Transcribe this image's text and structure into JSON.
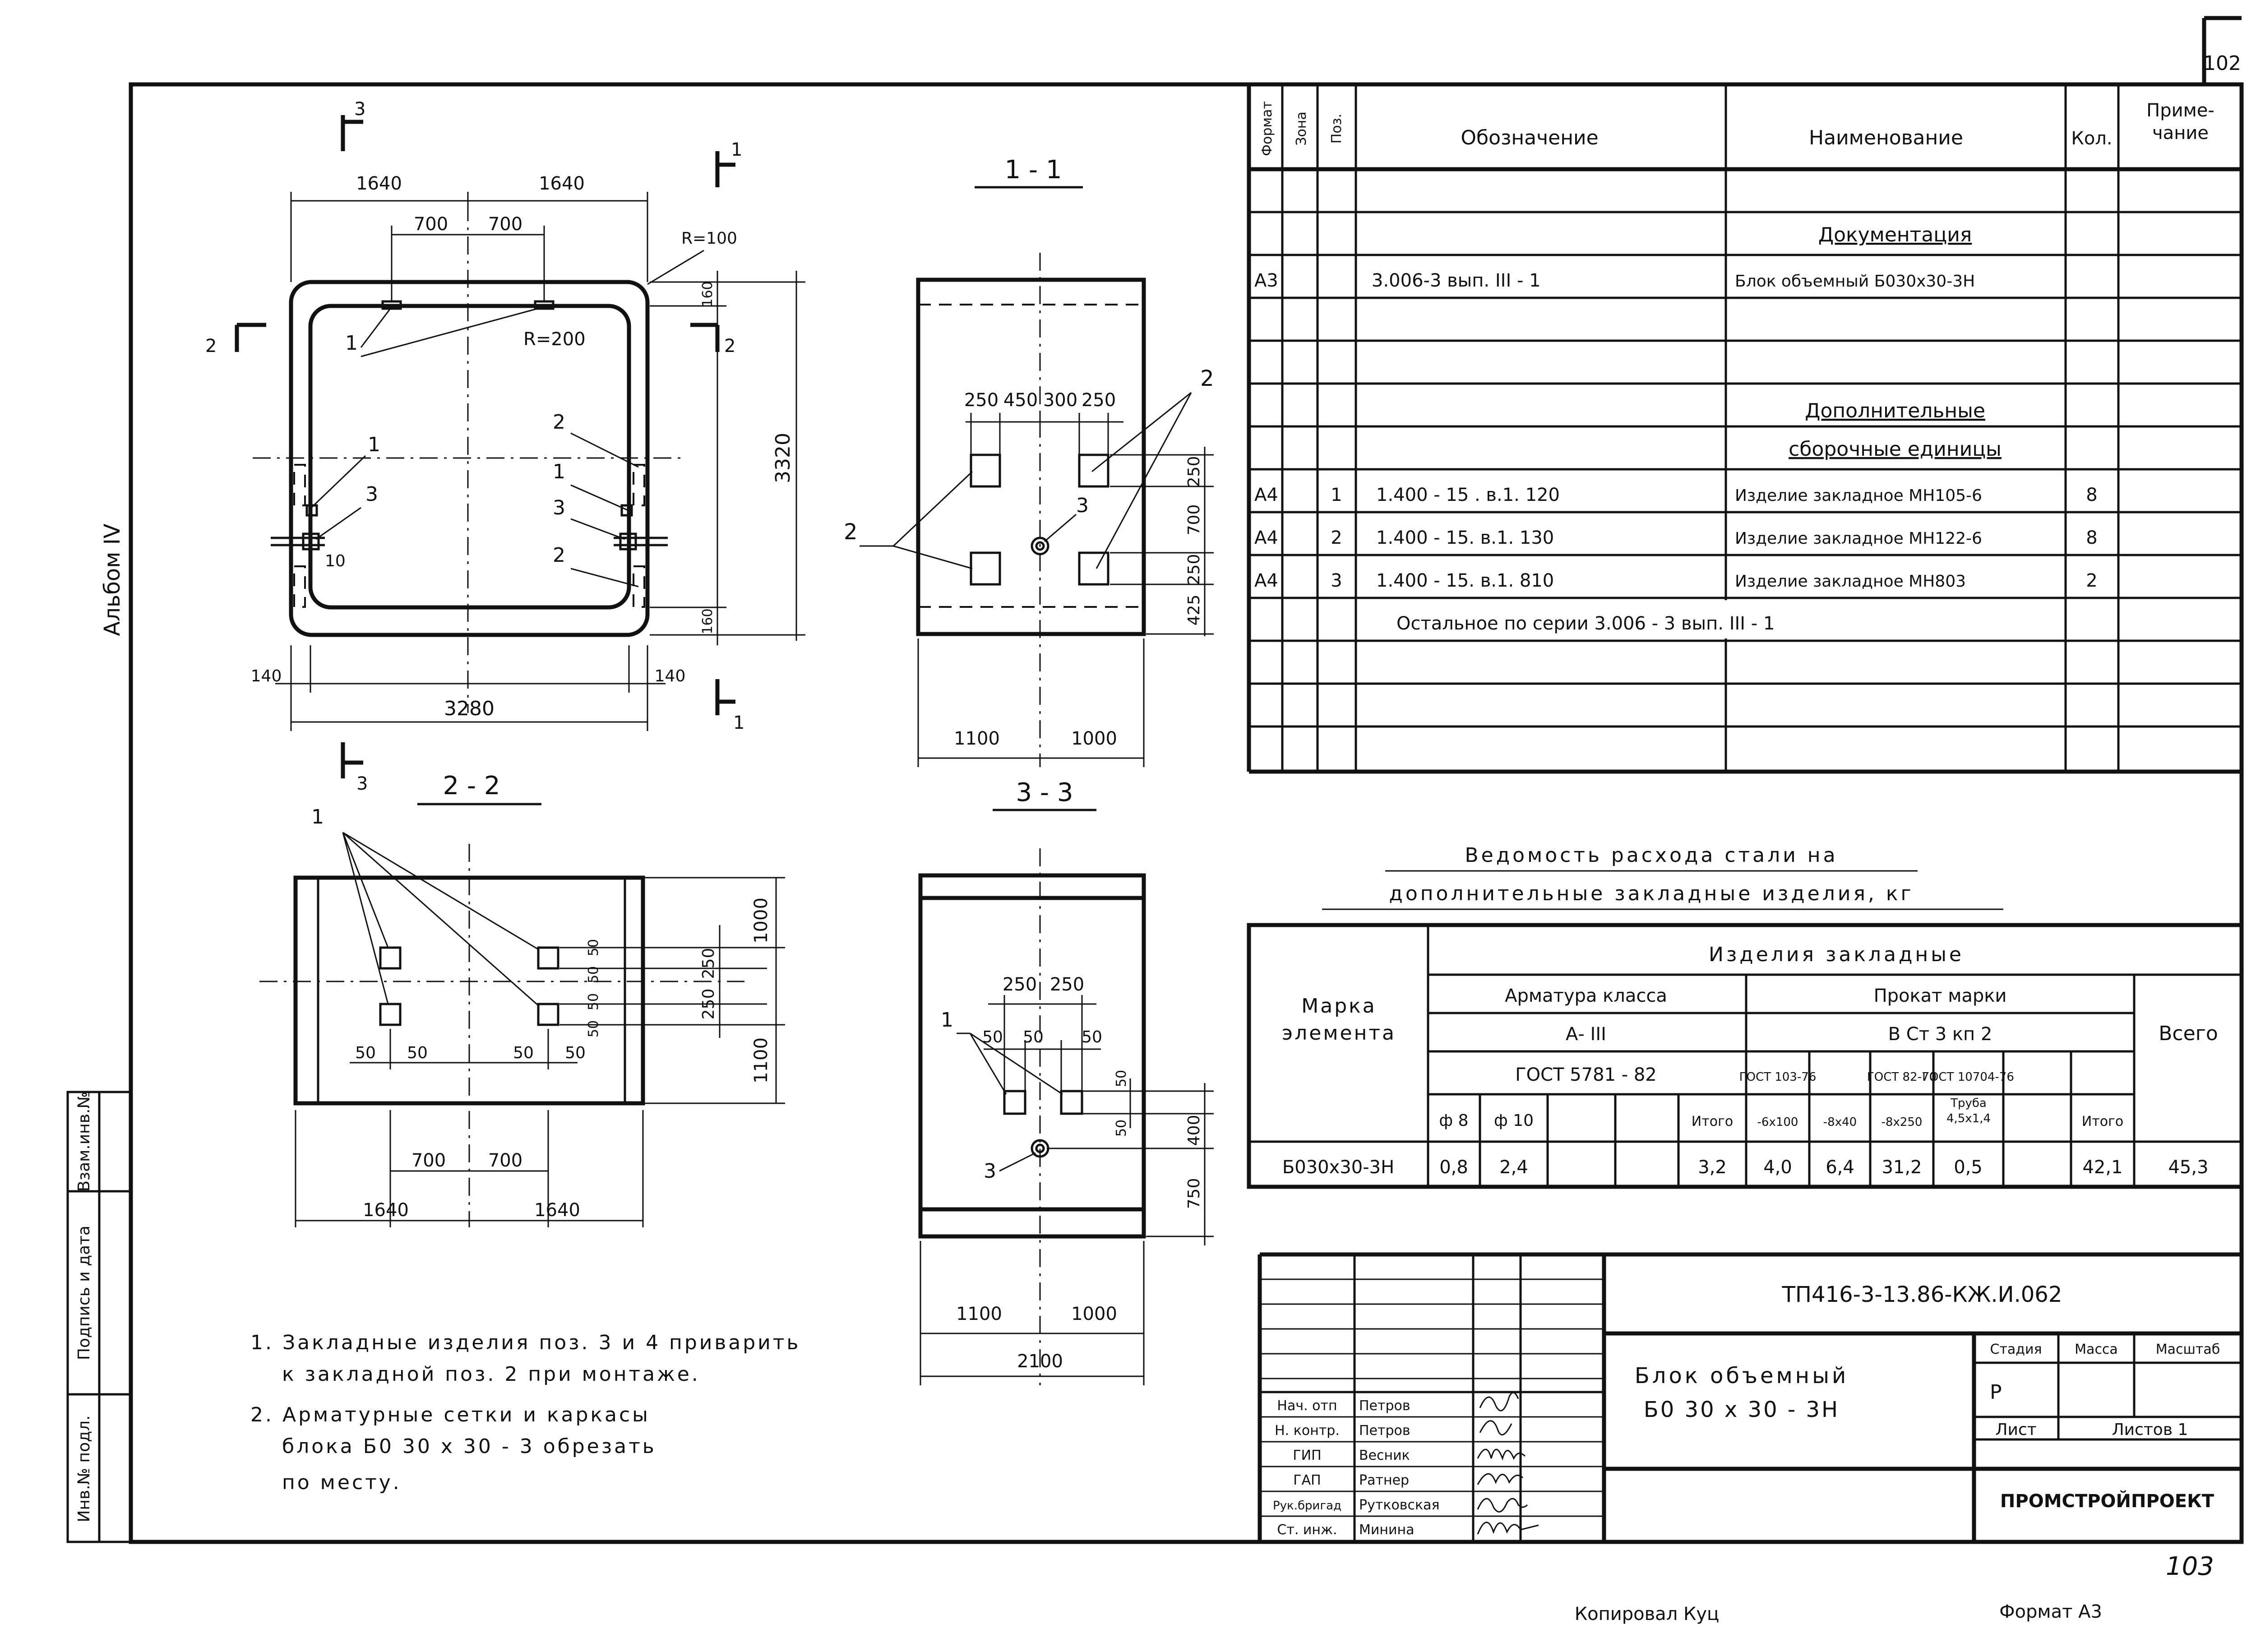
{
  "sheet_number": "102",
  "page_stamp": "103",
  "album_label": "Альбом IV",
  "left_strip": {
    "inv_podl": "Инв.№ подл.",
    "podpis_data": "Подпись и дата",
    "vzam_inv": "Взам.инв.№"
  },
  "views": {
    "section_1_1": "1 - 1",
    "section_2_2": "2 - 2",
    "section_3_3": "3 - 3",
    "cut_marks": {
      "three": "3",
      "one": "1",
      "two": "2"
    },
    "plan_dims": {
      "d1640a": "1640",
      "d1640b": "1640",
      "d700a": "700",
      "d700b": "700",
      "r100": "R=100",
      "r200": "R=200",
      "d160a": "160",
      "d3320": "3320",
      "d160b": "160",
      "d140a": "140",
      "d140b": "140",
      "d3280": "3280",
      "d10": "10"
    },
    "plan_callouts": {
      "c1a": "1",
      "c1b": "1",
      "c1c": "1",
      "c2a": "2",
      "c2b": "2",
      "c3a": "3",
      "c3b": "3"
    },
    "s11_dims": {
      "d250a": "250",
      "d450": "450",
      "d300": "300",
      "d250b": "250",
      "v250a": "250",
      "v700": "700",
      "v250b": "250",
      "v425": "425",
      "d1100": "1100",
      "d1000": "1000"
    },
    "s11_callouts": {
      "c2a": "2",
      "c2b": "2",
      "c3": "3"
    },
    "s22_dims": {
      "v1000": "1000",
      "v1100": "1100",
      "v250a": "250",
      "v250b": "250",
      "v50a": "50",
      "v50b": "50",
      "v50c": "50",
      "v50d": "50",
      "h50a": "50",
      "h50b": "50",
      "h50c": "50",
      "h50d": "50",
      "d700a": "700",
      "d700b": "700",
      "d1640a": "1640",
      "d1640b": "1640"
    },
    "s22_callouts": {
      "c1": "1"
    },
    "s33_dims": {
      "d250a": "250",
      "d250b": "250",
      "h50a": "50",
      "h50b": "50",
      "h50c": "50",
      "v50a": "50",
      "v50b": "50",
      "v400": "400",
      "v750": "750",
      "d1100": "1100",
      "d1000": "1000",
      "d2100": "2100"
    },
    "s33_callouts": {
      "c1": "1",
      "c3": "3"
    }
  },
  "spec_table": {
    "headers": {
      "format": "Формат",
      "zona": "Зона",
      "poz": "Поз.",
      "oboznachenie": "Обозначение",
      "naimenovanie": "Наименование",
      "kol": "Кол.",
      "primechanie": "Приме-чание"
    },
    "section_documentation": "Документация",
    "doc_row": {
      "format": "А3",
      "oboznachenie": "3.006-3  вып. III - 1",
      "naimenovanie": "Блок объемный Б030х30-3Н"
    },
    "section_additional_1": "Дополнительные",
    "section_additional_2": "сборочные единицы",
    "rows": [
      {
        "format": "А4",
        "poz": "1",
        "oboznachenie": "1.400 - 15 . в.1. 120",
        "naimenovanie": "Изделие закладное МН105-6",
        "kol": "8"
      },
      {
        "format": "А4",
        "poz": "2",
        "oboznachenie": "1.400 - 15. в.1. 130",
        "naimenovanie": "Изделие закладное МН122-6",
        "kol": "8"
      },
      {
        "format": "А4",
        "poz": "3",
        "oboznachenie": "1.400 - 15. в.1. 810",
        "naimenovanie": "Изделие закладное МН803",
        "kol": "2"
      }
    ],
    "footer_note": "Остальное  по  серии  3.006 - 3  вып. III - 1"
  },
  "steel_table": {
    "title_line1": "Ведомость расхода стали на",
    "title_line2": "дополнительные закладные изделия, кг",
    "marka_elementa": "Марка элемента",
    "izdeliya_zakladnye": "Изделия  закладные",
    "armatura_klassa": "Арматура класса",
    "prokat_marki": "Прокат марки",
    "class_a3": "А- III",
    "vst3kp2": "В Ст 3 кп 2",
    "gost_5781": "ГОСТ 5781 - 82",
    "gost_103": "ГОСТ 103-76",
    "gost_82": "ГОСТ 82-70",
    "gost_10704": "ГОСТ 10704-76",
    "vsego": "Всего",
    "cols": [
      "ф 8",
      "ф 10",
      "",
      "",
      "Итого",
      "-6х100",
      "-8х40",
      "-8х250",
      "Труба 4,5х1,4",
      "",
      "Итого"
    ],
    "row": {
      "marka": "Б030х30-3Н",
      "values": [
        "0,8",
        "2,4",
        "",
        "",
        "3,2",
        "4,0",
        "6,4",
        "31,2",
        "0,5",
        "",
        "42,1",
        "45,3"
      ]
    }
  },
  "notes": [
    "1. Закладные изделия поз. 3 и 4 приварить",
    "к закладной поз. 2 при монтаже.",
    "2. Арматурные сетки и каркасы",
    "блока  Б0 30 х 30 - 3  обрезать",
    "по месту."
  ],
  "title_block": {
    "code": "ТП416-3-13.86-КЖ.И.062",
    "name_line1": "Блок  объемный",
    "name_line2": "Б0 30 х 30 - 3Н",
    "stadiya": "Стадия",
    "massa": "Масса",
    "masshtab": "Масштаб",
    "stadiya_value": "Р",
    "list": "Лист",
    "listov": "Листов 1",
    "org": "ПРОМСТРОЙПРОЕКТ",
    "signers": [
      {
        "role": "Нач. отп",
        "name": "Петров"
      },
      {
        "role": "Н. контр.",
        "name": "Петров"
      },
      {
        "role": "ГИП",
        "name": "Весник"
      },
      {
        "role": "ГАП",
        "name": "Ратнер"
      },
      {
        "role": "Рук.бригад",
        "name": "Рутковская"
      },
      {
        "role": "Ст. инж.",
        "name": "Минина"
      }
    ]
  },
  "footer": {
    "copied": "Копировал  Куц",
    "format": "Формат  А3"
  }
}
